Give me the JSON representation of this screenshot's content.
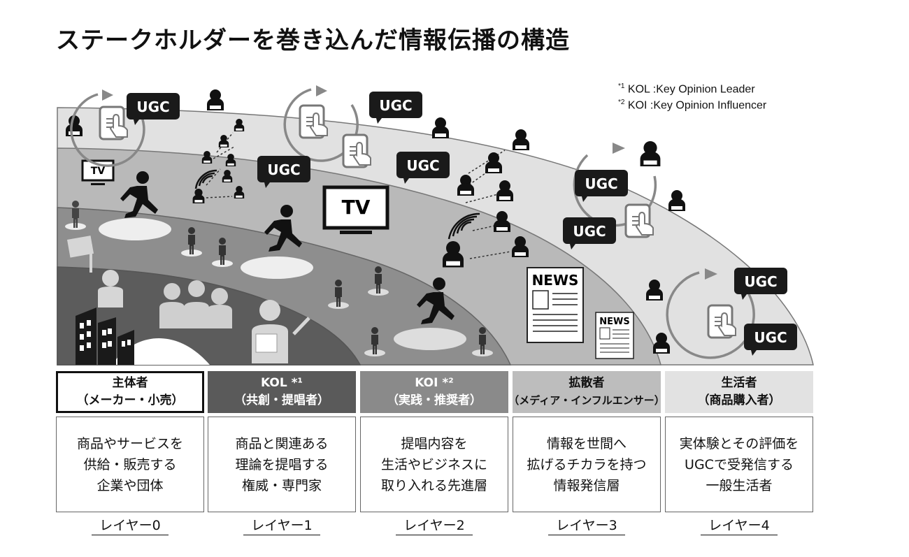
{
  "title": "ステークホルダーを巻き込んだ情報伝播の構造",
  "footnotes": [
    {
      "mark": "*1",
      "text": "KOL :Key Opinion Leader"
    },
    {
      "mark": "*2",
      "text": "KOI :Key Opinion Influencer"
    }
  ],
  "labels": {
    "ugc": "UGC",
    "tv": "TV",
    "news": "NEWS"
  },
  "layers": [
    {
      "header1": "主体者",
      "header2": "（メーカー・小売）",
      "desc": [
        "商品やサービスを",
        "供給・販売する",
        "企業や団体"
      ],
      "layer": "レイヤー0"
    },
    {
      "header1": "KOL *¹",
      "header2": "（共創・提唱者）",
      "desc": [
        "商品と関連ある",
        "理論を提唱する",
        "権威・専門家"
      ],
      "layer": "レイヤー1"
    },
    {
      "header1": "KOI *²",
      "header2": "（実践・推奨者）",
      "desc": [
        "提唱内容を",
        "生活やビジネスに",
        "取り入れる先進層"
      ],
      "layer": "レイヤー2"
    },
    {
      "header1": "拡散者",
      "header2": "（メディア・インフルエンサー）",
      "desc": [
        "情報を世間へ",
        "拡げるチカラを持つ",
        "情報発信層"
      ],
      "layer": "レイヤー3"
    },
    {
      "header1": "生活者",
      "header2": "（商品購入者）",
      "desc": [
        "実体験とその評価を",
        "UGCで受発信する",
        "一般生活者"
      ],
      "layer": "レイヤー4"
    }
  ],
  "colors": {
    "band4": "#e1e1e1",
    "band3": "#b9b9b9",
    "band2": "#8e8e8e",
    "band1": "#5c5c5c",
    "band0": "#ffffff",
    "header1": "#5a5a5a",
    "header2": "#8a8a8a",
    "header3": "#bdbdbd",
    "header4": "#e2e2e2"
  }
}
